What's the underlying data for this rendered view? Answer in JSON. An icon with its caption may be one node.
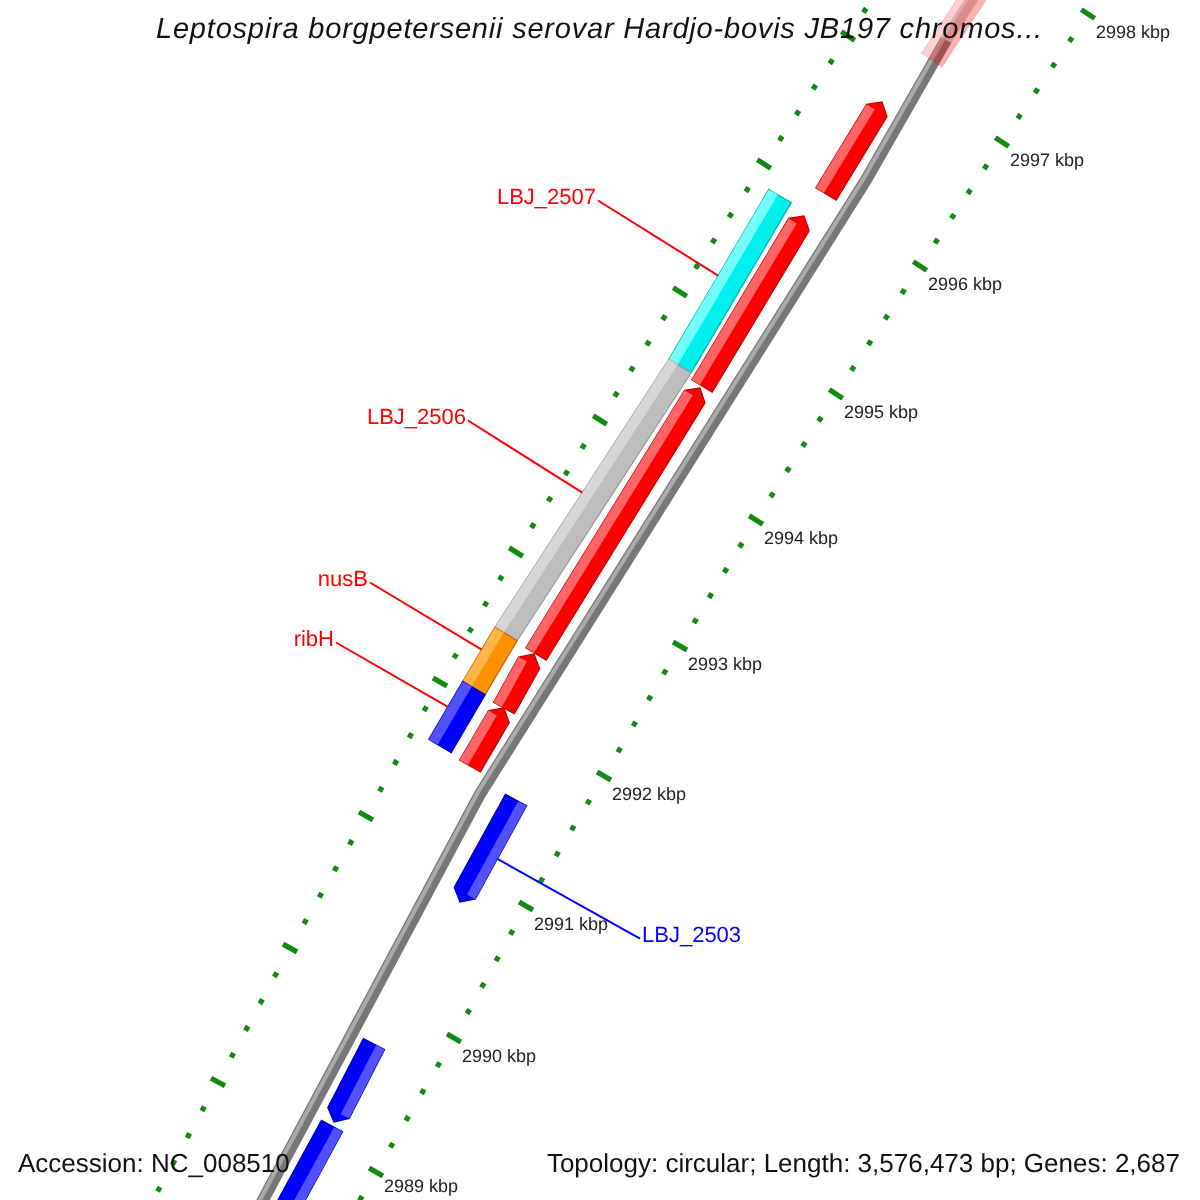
{
  "diagram": {
    "title": "Leptospira borgpetersenii serovar Hardjo-bovis JB197 chromos...",
    "nodes": [
      {
        "text": [],
        "shape": "bar"
      },
      {
        "text": [],
        "shape": "bar"
      },
      {
        "text": [
          "LBJ_2507"
        ]
      },
      {
        "text": [],
        "shape": "bar"
      },
      {
        "text": [],
        "shape": "bar"
      },
      {
        "text": [],
        "shape": "bar"
      },
      {
        "text": [],
        "shape": "bar"
      },
      {
        "text": [
          "LBJ_2506"
        ]
      },
      {
        "text": [
          "nusB"
        ]
      },
      {
        "text": [
          "ribH"
        ]
      },
      {
        "text": [],
        "shape": "bar"
      },
      {
        "text": [],
        "shape": "bar"
      },
      {
        "text": [],
        "shape": "bar"
      },
      {
        "text": [],
        "shape": "bar"
      },
      {
        "text": [],
        "shape": "bar"
      },
      {
        "text": [
          "LBJ_2503"
        ]
      },
      {
        "text": [],
        "shape": "bar"
      },
      {
        "text": [],
        "shape": "bar"
      }
    ],
    "edges": [
      {
        "from": 2,
        "to": 3,
        "arrow": "none"
      },
      {
        "from": 7,
        "to": 5,
        "arrow": "none"
      },
      {
        "from": 8,
        "to": 10,
        "arrow": "none"
      },
      {
        "from": 9,
        "to": 12,
        "arrow": "none"
      },
      {
        "from": 15,
        "to": 14,
        "arrow": "none",
        "color": "#0000ff"
      }
    ],
    "labels": [
      "2998 kbp",
      "2997 kbp",
      "2996 kbp",
      "2995 kbp",
      "2994 kbp",
      "2993 kbp",
      "2992 kbp",
      "2991 kbp",
      "2990 kbp",
      "2989 kbp",
      "Accession: NC_008510",
      "Topology: circular; Length: 3,576,473 bp; Genes: 2,687"
    ]
  }
}
